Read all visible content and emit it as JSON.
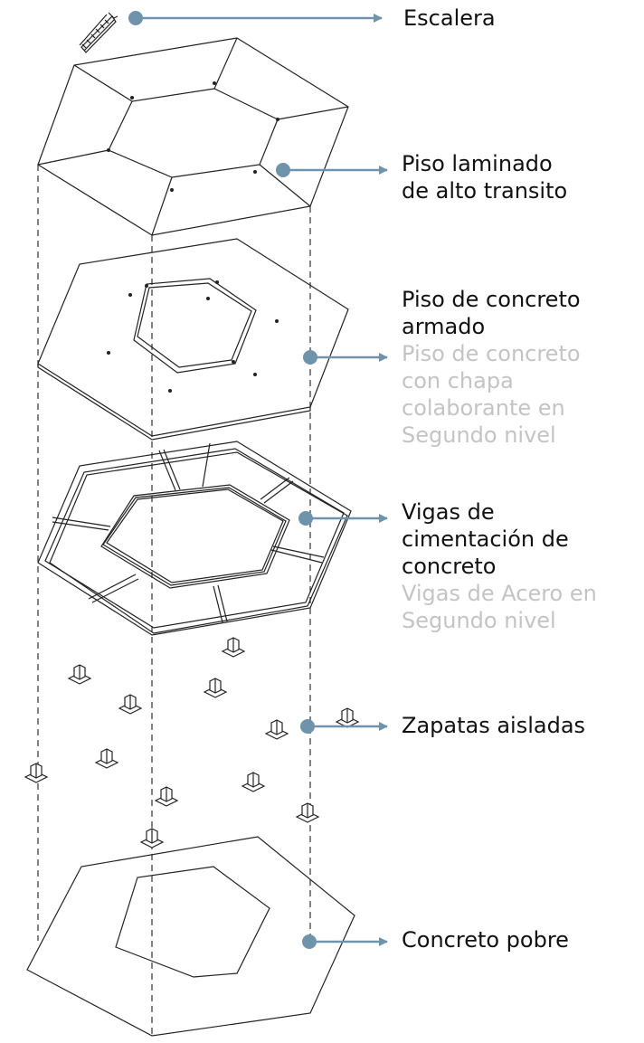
{
  "accent_color": "#6e93ab",
  "line_color": "#222222",
  "label_color": "#111111",
  "secondary_label_color": "#c4c4c4",
  "callouts": {
    "escalera": {
      "lines": [
        "Escalera"
      ]
    },
    "piso_laminado": {
      "lines": [
        "Piso laminado",
        "de alto transito"
      ]
    },
    "piso_concreto": {
      "lines": [
        "Piso de concreto",
        "armado"
      ],
      "secondary": [
        "Piso de concreto",
        "con chapa",
        "colaborante en",
        "Segundo nivel"
      ]
    },
    "vigas": {
      "lines": [
        "Vigas de",
        "cimentación de",
        "concreto"
      ],
      "secondary": [
        "Vigas de Acero en",
        "Segundo nivel"
      ]
    },
    "zapatas": {
      "lines": [
        "Zapatas aisladas"
      ]
    },
    "concreto_pobre": {
      "lines": [
        "Concreto pobre"
      ]
    }
  }
}
